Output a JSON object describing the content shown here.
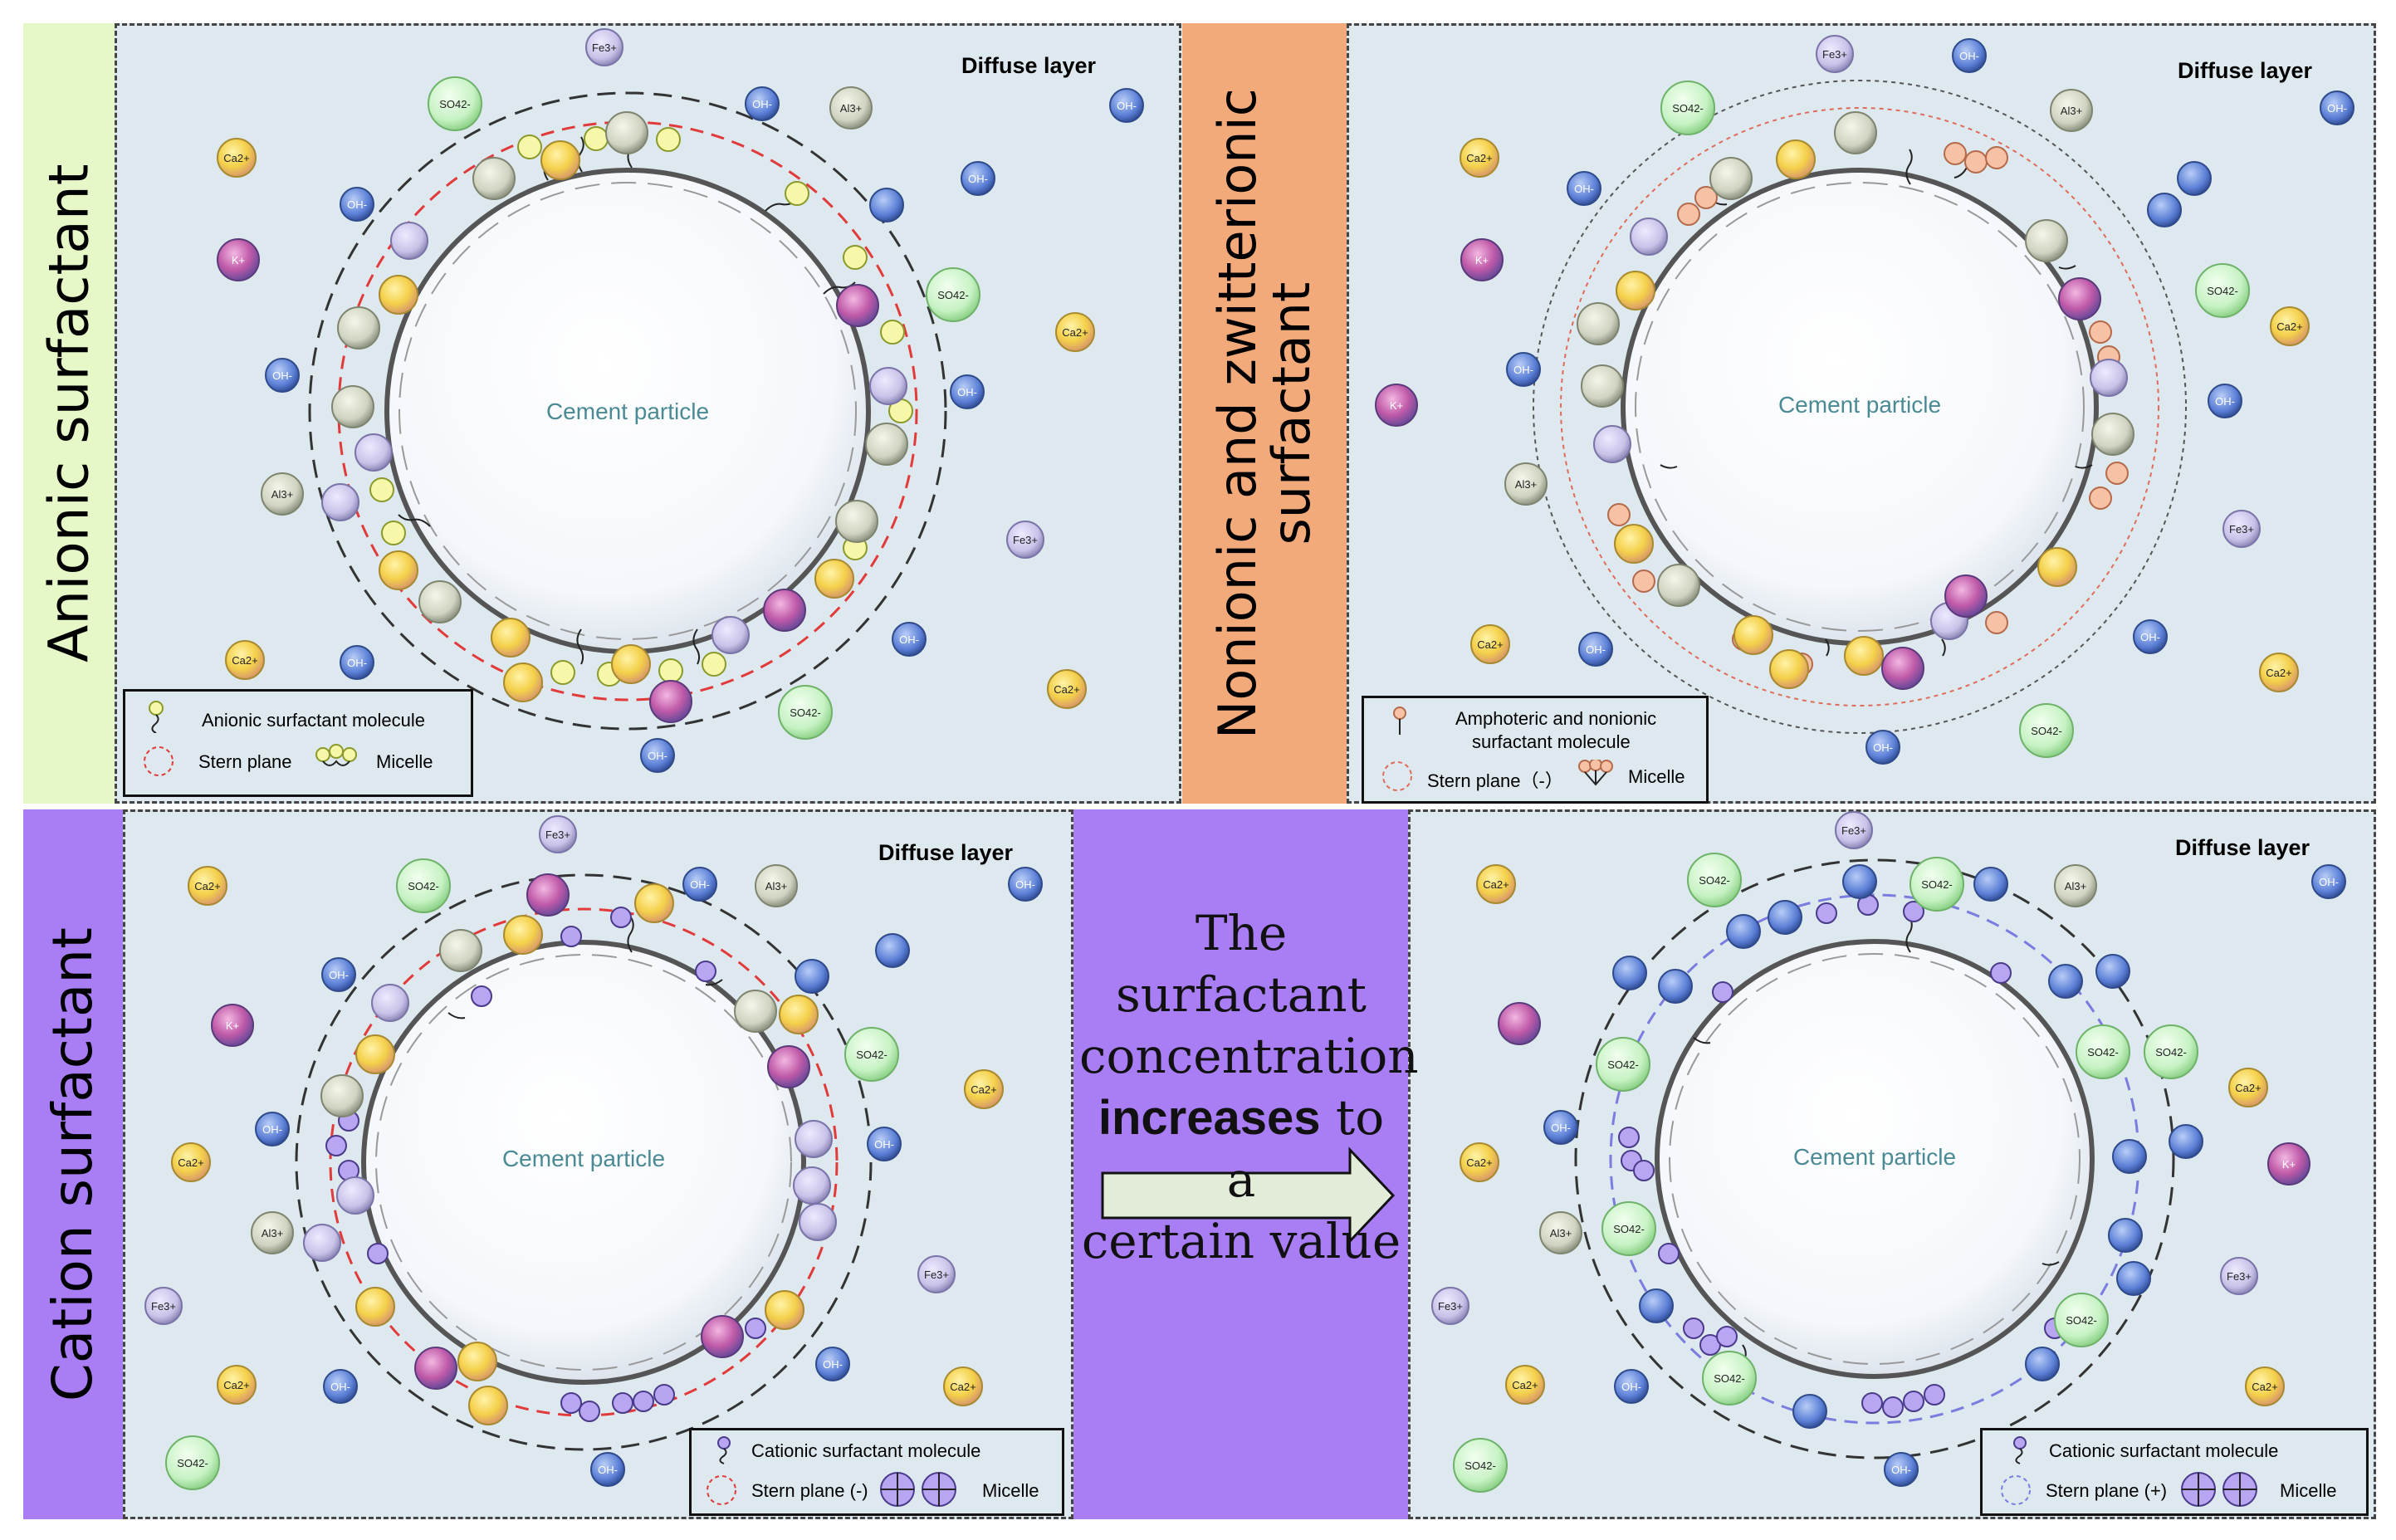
{
  "panels": {
    "anionic": {
      "side_label": "Anionic surfactant",
      "diffuse_label": "Diffuse layer",
      "particle_label": "Cement particle",
      "legend": {
        "molecule": "Anionic surfactant molecule",
        "stern": "Stern plane",
        "micelle": "Micelle"
      }
    },
    "nonionic": {
      "side_label_line1": "Nonionic and zwitterionic",
      "side_label_line2": "surfactant",
      "diffuse_label": "Diffuse layer",
      "particle_label": "Cement particle",
      "legend": {
        "molecule_line1": "Amphoteric and nonionic",
        "molecule_line2": "surfactant molecule",
        "stern": "Stern plane（-）",
        "micelle": "Micelle"
      }
    },
    "cation": {
      "side_label": "Cation surfactant",
      "diffuse_label": "Diffuse layer",
      "particle_label": "Cement particle",
      "legend": {
        "molecule": "Cationic surfactant molecule",
        "stern": "Stern plane (-)",
        "micelle": "Micelle"
      }
    },
    "cation_high": {
      "diffuse_label": "Diffuse layer",
      "particle_label": "Cement particle",
      "legend": {
        "molecule": "Cationic surfactant molecule",
        "stern": "Stern plane (+)",
        "micelle": "Micelle"
      }
    }
  },
  "middle": {
    "line1": "The surfactant",
    "line2": "concentration",
    "line3_bold": "increases",
    "line3_rest": " to a",
    "line4": "certain value"
  },
  "ions": {
    "ca": "Ca2+",
    "oh": "OH-",
    "so4": "SO42-",
    "al": "Al3+",
    "fe": "Fe3+",
    "k": "K+"
  },
  "colors": {
    "panel_bg": "#dde9ee",
    "anionic_strip": "#e6f7c8",
    "nonionic_strip": "#f2aa7a",
    "cation_strip": "#a97ef5",
    "middle_block": "#a97ef5",
    "stern_red": "#e23a3a",
    "stern_blue": "#7a7ce0",
    "ca": "#f4d04a",
    "oh": "#5b7fd6",
    "so4": "#c7f2c4",
    "al": "#cfd3c0",
    "fe": "#c8c2e8",
    "k": "#c05aa8"
  }
}
